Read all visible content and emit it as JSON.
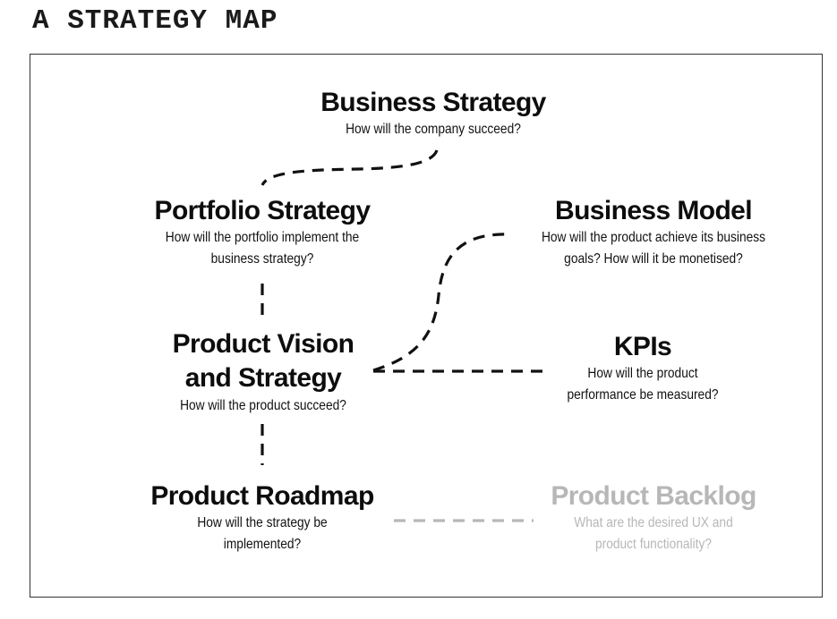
{
  "title": "A STRATEGY MAP",
  "colors": {
    "ink": "#111111",
    "faded": "#b7b7b7"
  },
  "nodes": {
    "business_strategy": {
      "title": "Business Strategy",
      "question": "How will the company succeed?"
    },
    "portfolio_strategy": {
      "title": "Portfolio Strategy",
      "question": "How will the portfolio implement the business strategy?"
    },
    "business_model": {
      "title": "Business Model",
      "question": "How will the product achieve its business goals? How will it be monetised?"
    },
    "product_vision": {
      "title_line1": "Product Vision",
      "title_line2": "and Strategy",
      "question": "How will the product succeed?"
    },
    "kpis": {
      "title": "KPIs",
      "question": "How will the product performance be measured?"
    },
    "product_roadmap": {
      "title": "Product Roadmap",
      "question": "How will the strategy be implemented?"
    },
    "product_backlog": {
      "title": "Product Backlog",
      "question": "What are the desired UX and product functionality?"
    }
  }
}
